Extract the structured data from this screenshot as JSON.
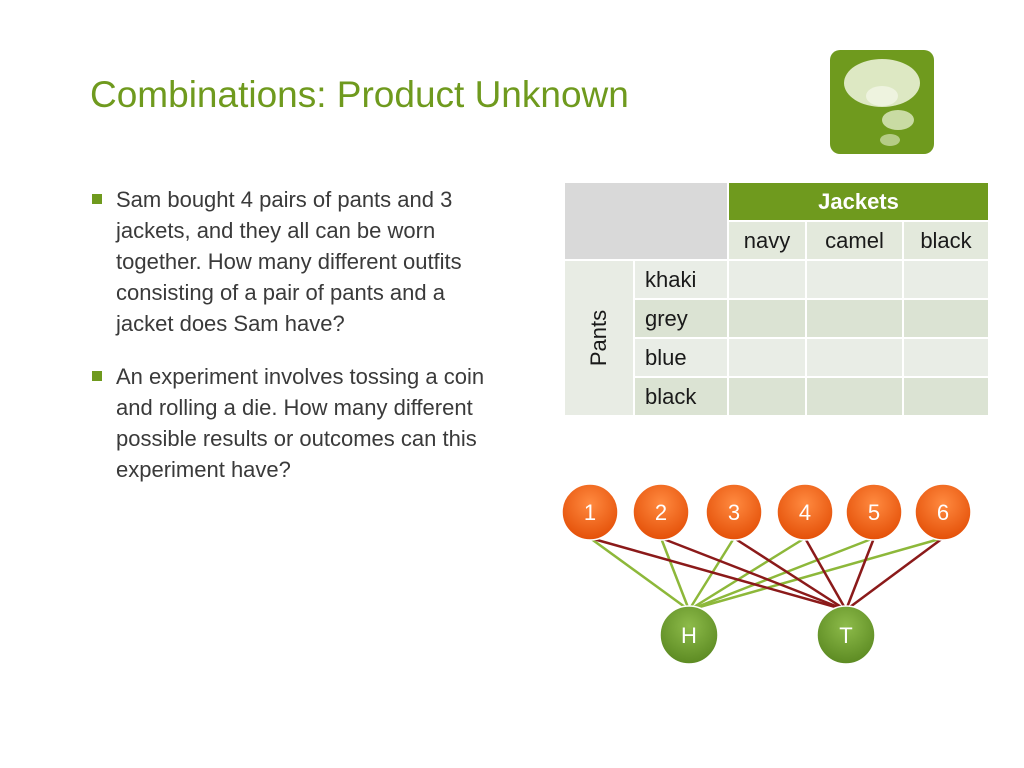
{
  "slide": {
    "title": "Combinations: Product Unknown",
    "bullets": [
      "Sam bought 4 pairs of pants and 3 jackets, and they all can be worn together.  How many different outfits consisting of a pair of pants and a jacket does Sam have?",
      "An experiment involves tossing a coin and rolling a die.  How many different possible results or outcomes can this experiment have?"
    ]
  },
  "table": {
    "col_group_label": "Jackets",
    "row_group_label": "Pants",
    "columns": [
      "navy",
      "camel",
      "black"
    ],
    "rows": [
      "khaki",
      "grey",
      "blue",
      "black"
    ]
  },
  "tree": {
    "die_faces": [
      "1",
      "2",
      "3",
      "4",
      "5",
      "6"
    ],
    "coin_sides": [
      "H",
      "T"
    ]
  },
  "colors": {
    "accent_green": "#6f9a1e",
    "die_node": "#f06010",
    "coin_node": "#6a9a2a",
    "line_h": "#8db83a",
    "line_t": "#8b1a1a"
  },
  "icons": {
    "logo": "thought-bubble-icon"
  }
}
